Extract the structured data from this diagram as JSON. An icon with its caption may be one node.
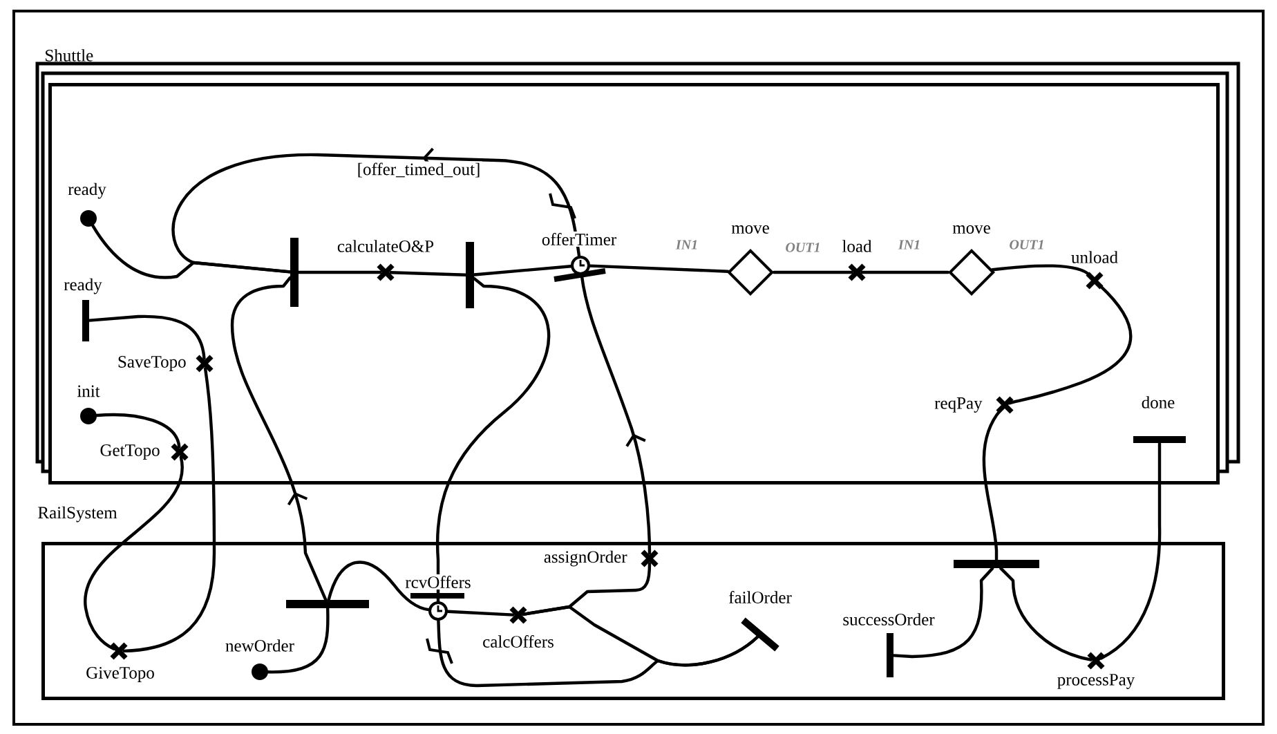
{
  "diagram": {
    "nodes": [
      {
        "text": [
          "Shuttle"
        ]
      },
      {
        "text": [
          "RailSystem"
        ]
      },
      {
        "text": [
          "ready"
        ],
        "in": 0
      },
      {
        "text": [
          "ready"
        ],
        "in": 0
      },
      {
        "text": [
          "init"
        ],
        "in": 0
      },
      {
        "text": [
          "SaveTopo"
        ],
        "in": 0
      },
      {
        "text": [
          "GetTopo"
        ],
        "in": 0
      },
      {
        "text": [],
        "shape": "bar",
        "in": 0
      },
      {
        "text": [
          "calculateO&P"
        ],
        "in": 0
      },
      {
        "text": [],
        "shape": "bar",
        "in": 0
      },
      {
        "text": [
          "offerTimer"
        ],
        "in": 0
      },
      {
        "text": [
          "move"
        ],
        "beside": [
          "IN1",
          "OUT1"
        ],
        "in": 0
      },
      {
        "text": [
          "load"
        ],
        "in": 0
      },
      {
        "text": [
          "move"
        ],
        "beside": [
          "IN1",
          "OUT1"
        ],
        "in": 0
      },
      {
        "text": [
          "unload"
        ],
        "in": 0
      },
      {
        "text": [
          "reqPay"
        ],
        "in": 0
      },
      {
        "text": [
          "done"
        ],
        "in": 0
      },
      {
        "text": [
          "GiveTopo"
        ],
        "in": 1
      },
      {
        "text": [
          "newOrder"
        ],
        "in": 1
      },
      {
        "text": [],
        "shape": "bar",
        "in": 1
      },
      {
        "text": [
          "rcvOffers"
        ],
        "in": 1
      },
      {
        "text": [
          "calcOffers"
        ],
        "in": 1
      },
      {
        "text": [
          "assignOrder"
        ],
        "in": 1
      },
      {
        "text": [
          "failOrder"
        ],
        "in": 1
      },
      {
        "text": [],
        "shape": "bar",
        "in": 1
      },
      {
        "text": [
          "successOrder"
        ],
        "in": 1
      },
      {
        "text": [
          "processPay"
        ],
        "in": 1
      }
    ],
    "edges": [
      {
        "from": 4,
        "to": 6,
        "arrow": "none"
      },
      {
        "from": 6,
        "to": 17,
        "arrow": "none"
      },
      {
        "from": 17,
        "to": 5,
        "arrow": "none"
      },
      {
        "from": 5,
        "to": 3,
        "arrow": "none"
      },
      {
        "from": 2,
        "to": 7,
        "arrow": "none"
      },
      {
        "from": 10,
        "to": 7,
        "arrow": "to",
        "label": "[offer_timed_out]"
      },
      {
        "from": 19,
        "to": 7,
        "arrow": "to"
      },
      {
        "from": 18,
        "to": 19,
        "arrow": "none"
      },
      {
        "from": 19,
        "to": 20,
        "arrow": "none"
      },
      {
        "from": 7,
        "to": 8,
        "arrow": "none"
      },
      {
        "from": 8,
        "to": 9,
        "arrow": "none"
      },
      {
        "from": 9,
        "to": 10,
        "arrow": "none"
      },
      {
        "from": 9,
        "to": 20,
        "arrow": "none"
      },
      {
        "from": 20,
        "to": 21,
        "arrow": "none"
      },
      {
        "from": 21,
        "to": 22,
        "arrow": "none"
      },
      {
        "from": 21,
        "to": 23,
        "arrow": "none"
      },
      {
        "from": 20,
        "to": 23,
        "arrow": "none"
      },
      {
        "from": 22,
        "to": 10,
        "arrow": "to"
      },
      {
        "from": 10,
        "to": 11,
        "arrow": "none"
      },
      {
        "from": 11,
        "to": 12,
        "arrow": "none"
      },
      {
        "from": 12,
        "to": 13,
        "arrow": "none"
      },
      {
        "from": 13,
        "to": 14,
        "arrow": "none"
      },
      {
        "from": 14,
        "to": 15,
        "arrow": "none"
      },
      {
        "from": 15,
        "to": 24,
        "arrow": "none"
      },
      {
        "from": 24,
        "to": 25,
        "arrow": "none"
      },
      {
        "from": 24,
        "to": 26,
        "arrow": "none"
      },
      {
        "from": 26,
        "to": 16,
        "arrow": "none"
      }
    ]
  }
}
